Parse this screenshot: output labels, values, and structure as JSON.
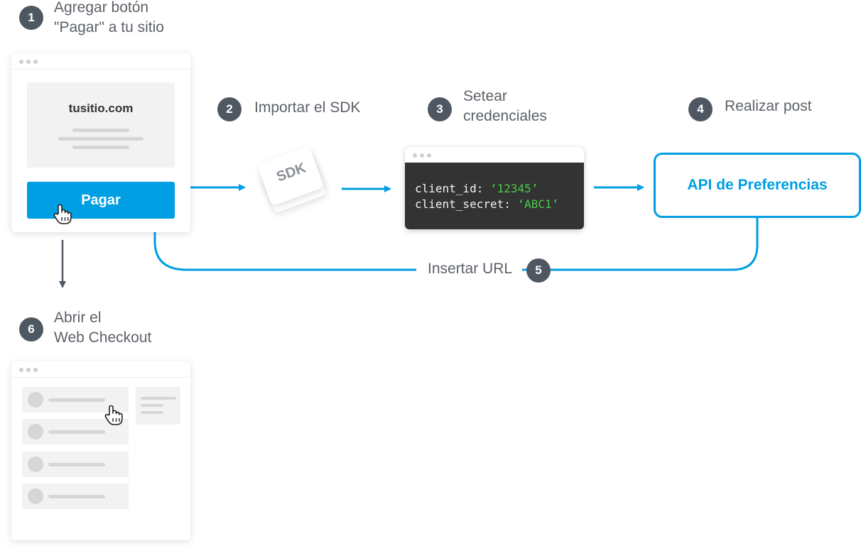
{
  "steps": [
    {
      "number": "1",
      "label": "Agregar botón\n\"Pagar\" a tu sitio"
    },
    {
      "number": "2",
      "label": "Importar el SDK"
    },
    {
      "number": "3",
      "label": "Setear\ncredenciales"
    },
    {
      "number": "4",
      "label": "Realizar post"
    },
    {
      "number": "5",
      "label": "Insertar URL"
    },
    {
      "number": "6",
      "label": "Abrir el\nWeb Checkout"
    }
  ],
  "site": {
    "domain": "tusitio.com",
    "pay_button": "Pagar"
  },
  "sdk": {
    "label": "SDK"
  },
  "code": {
    "line1_key": "client_id: ",
    "line1_value": "‘12345’",
    "line2_key": "client_secret: ",
    "line2_value": "‘ABC1’"
  },
  "api": {
    "label": "API de Preferencias"
  },
  "colors": {
    "accent": "#009ee3",
    "badge": "#4f5763",
    "code_bg": "#333333",
    "code_string": "#4cc94c"
  },
  "icons": [
    "hand-pointer-icon",
    "arrow-right-icon",
    "arrow-down-icon"
  ]
}
